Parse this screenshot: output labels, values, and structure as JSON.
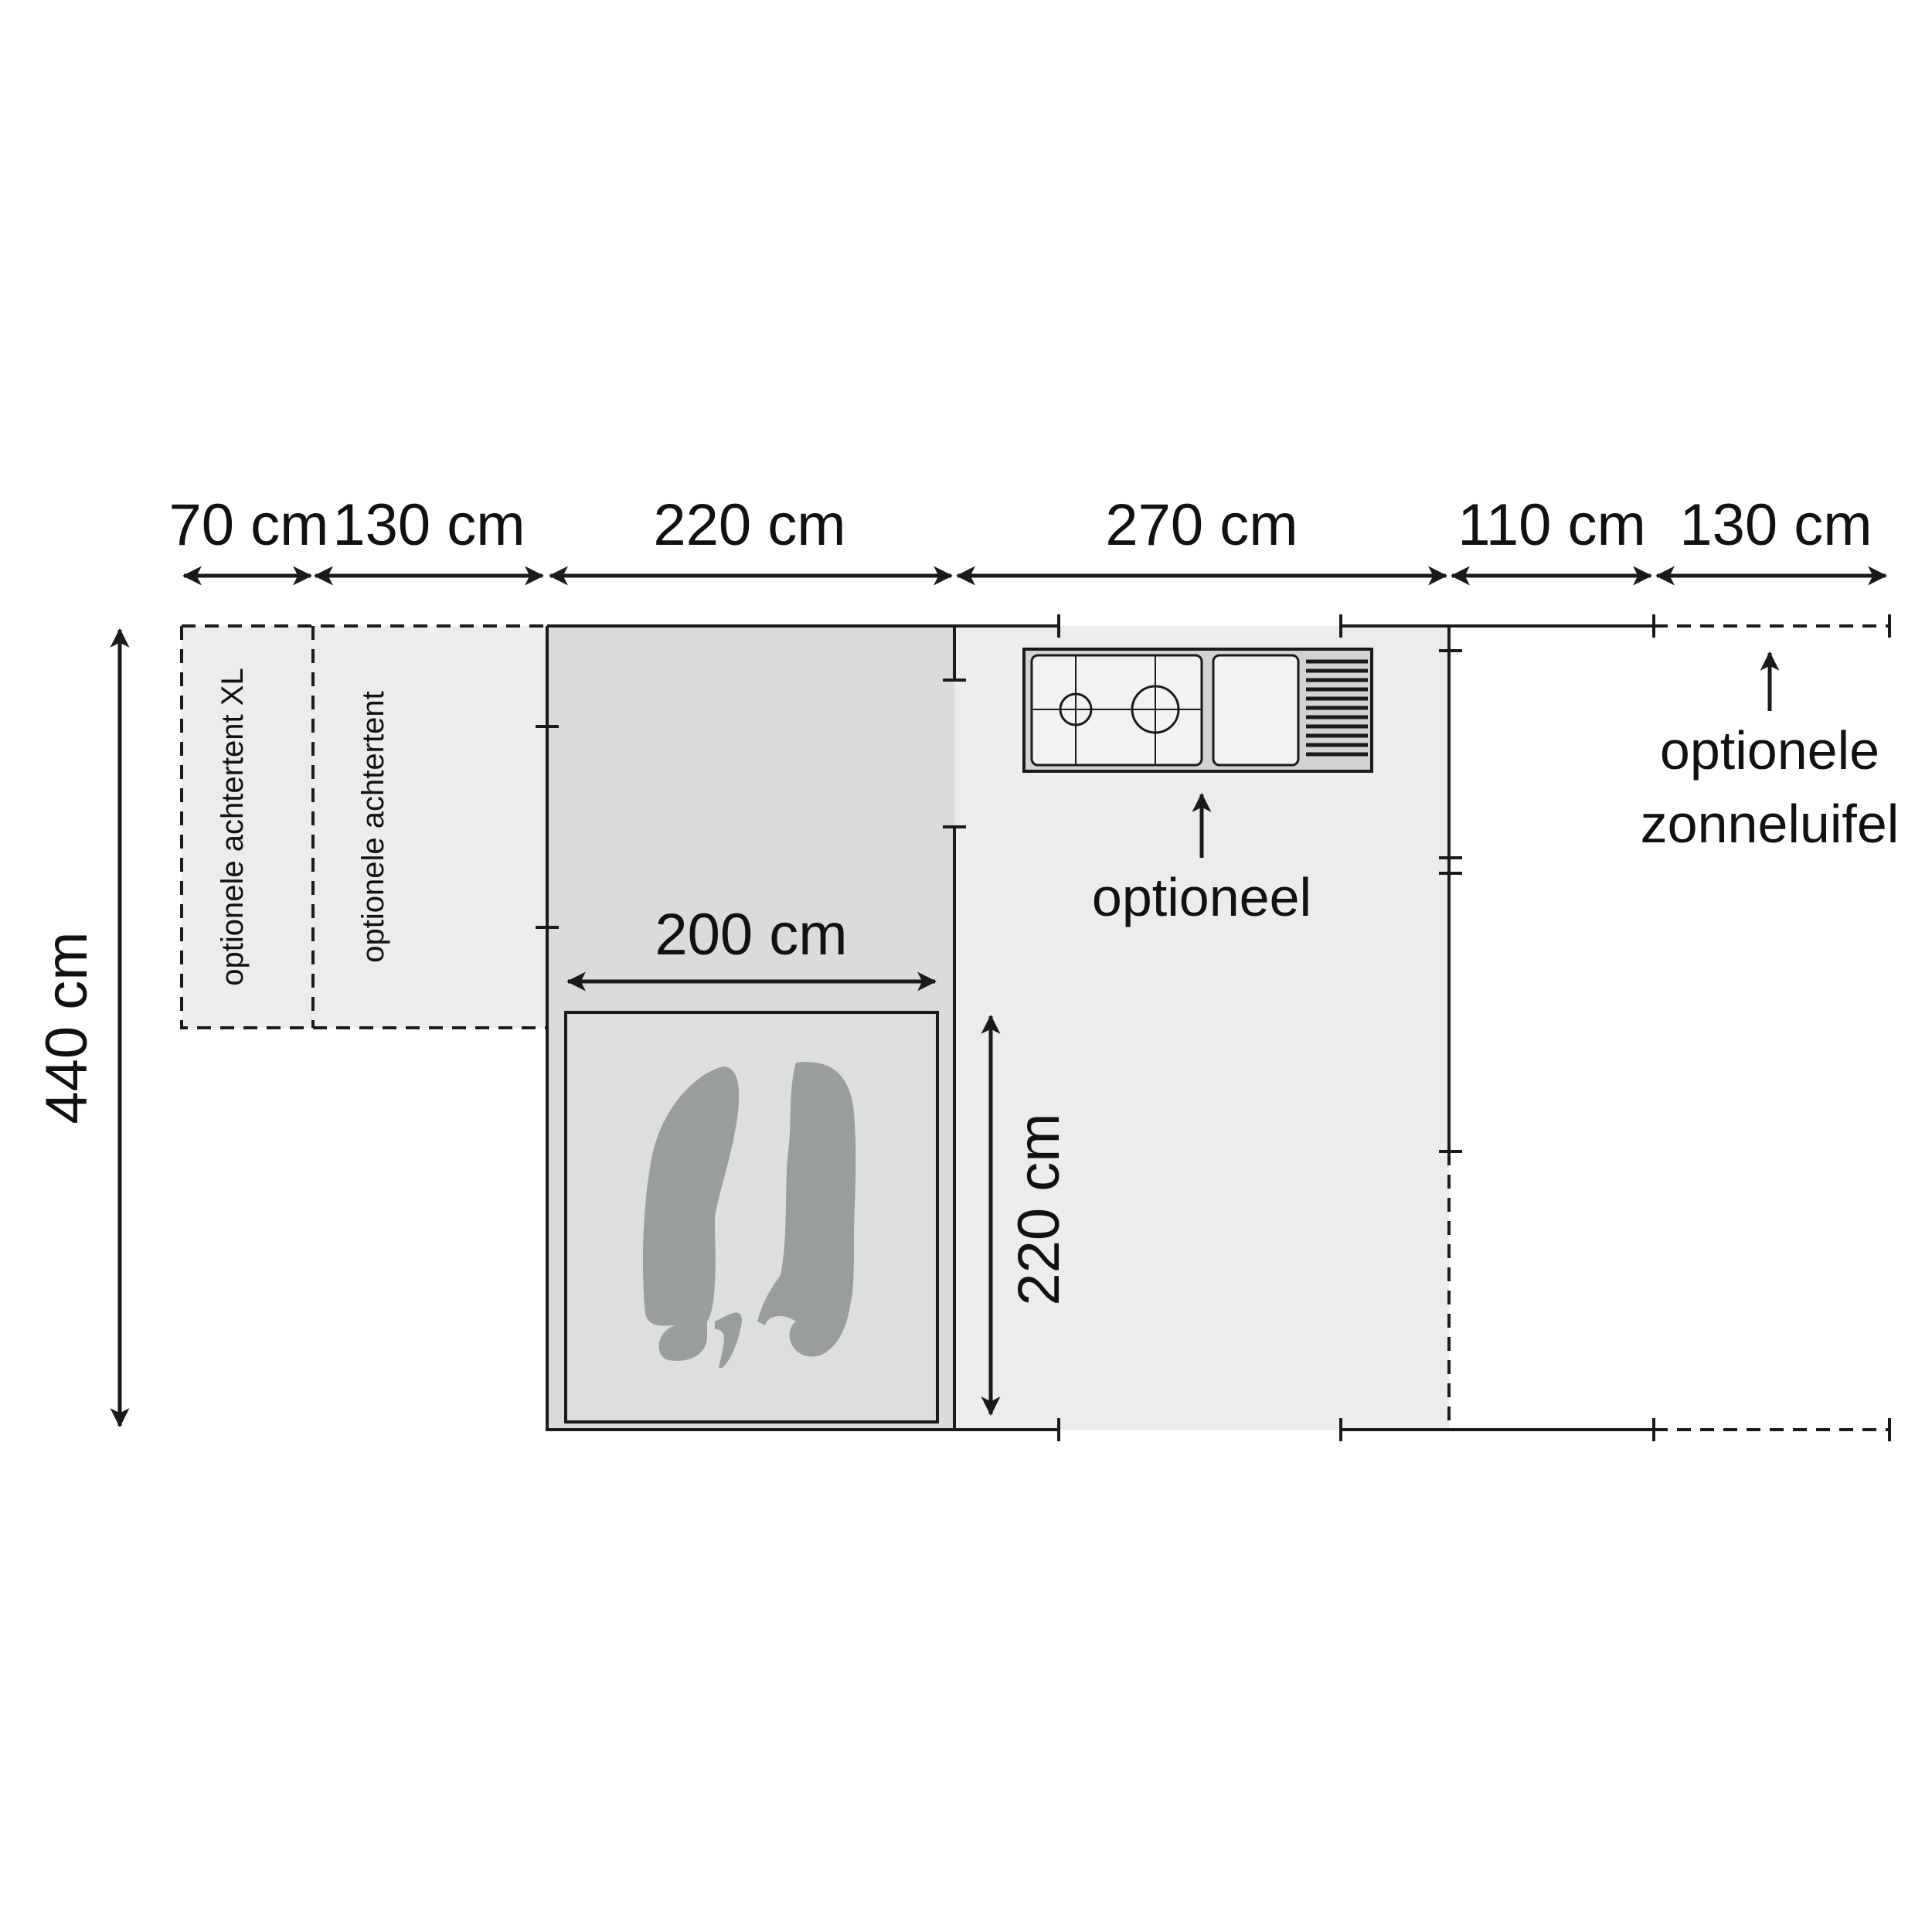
{
  "colors": {
    "line": "#1a1a1a",
    "light_area": "#ececec",
    "medium_area": "#d9dbdc",
    "bedroom_floor": "#dcdedf",
    "figure": "#9a9d9e",
    "kitchen": "#d0d2d3"
  },
  "top_dimensions": [
    {
      "label": "70 cm"
    },
    {
      "label": "130 cm"
    },
    {
      "label": "220 cm"
    },
    {
      "label": "270 cm"
    },
    {
      "label": "110 cm"
    },
    {
      "label": "130 cm"
    }
  ],
  "height_dimension": {
    "label": "440 cm"
  },
  "bed_width": {
    "label": "200 cm"
  },
  "bed_length": {
    "label": "220 cm"
  },
  "annexes": {
    "xl": "optionele achtertent XL",
    "standard": "optionele achtertent"
  },
  "kitchen_label": "optioneel",
  "awning_label": {
    "line1": "optionele",
    "line2": "zonneluifel"
  }
}
